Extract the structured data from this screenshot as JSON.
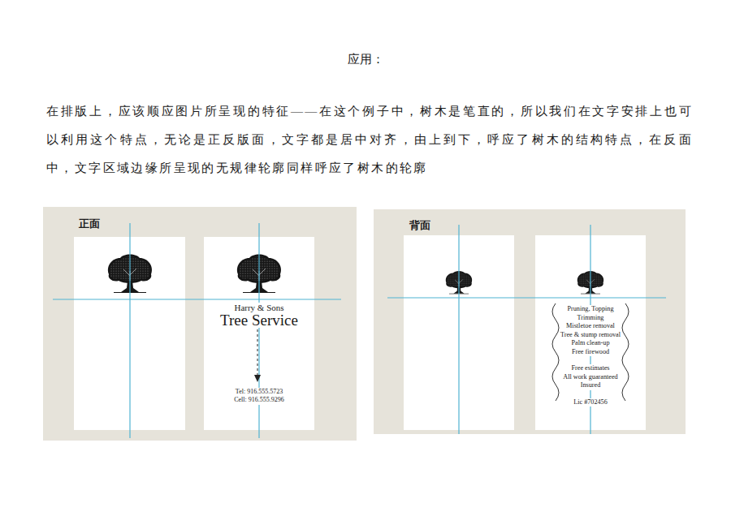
{
  "diagram": {
    "title": "应用：",
    "nodes": [
      {
        "text": [
          "正面"
        ]
      },
      {
        "text": [
          "Harry & Sons",
          "Tree Service",
          "Tel: 916.555.5723",
          "Cell: 916.555.9296"
        ],
        "in": 0
      },
      {
        "text": [
          "背面"
        ]
      },
      {
        "text": [
          "Pruning, Topping",
          "Trimming",
          "Mistletoe removal",
          "Tree & stump removal",
          "Palm clean-up",
          "Free firewood",
          "Free estimates",
          "All work guaranteed",
          "Insured",
          "Lic #702456"
        ],
        "in": 2
      }
    ],
    "labels": [
      "在排版上，应该顺应图片所呈现的特征——在这个例子中，树木是笔直的，所以我们在文字安排上也可以利用这个特点，无论是正反版面，文字都是居中对齐，由上到下，呼应了树木的结构特点，在反面中，文字区域边缘所呈现的无规律轮廓同样呼应了树木的轮廓"
    ]
  }
}
